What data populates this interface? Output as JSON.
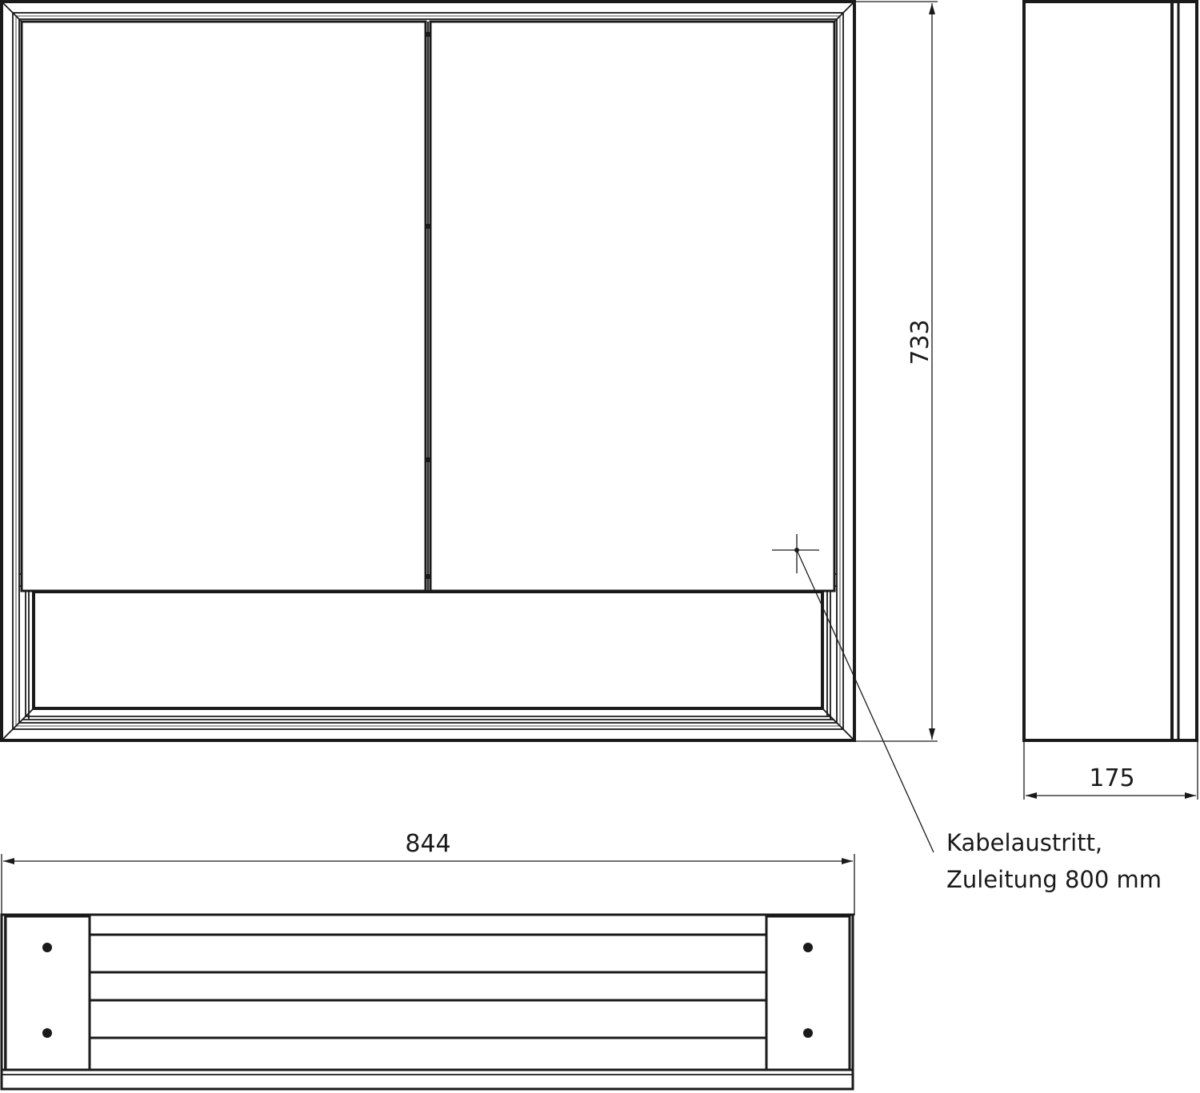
{
  "drawing": {
    "type": "technical-dimension-drawing",
    "subject": "mirror cabinet with two doors and open shelf",
    "units": "mm",
    "colors": {
      "line": "#1a1a1a",
      "background": "#ffffff"
    }
  },
  "views": {
    "front": {
      "label": "front-view",
      "doors": 2
    },
    "side": {
      "label": "side-view"
    },
    "top": {
      "label": "top-view",
      "mounting_holes": 4
    }
  },
  "dimensions": {
    "height": "733",
    "width": "844",
    "depth": "175"
  },
  "annotation": {
    "line1": "Kabelaustritt,",
    "line2": "Zuleitung 800 mm"
  }
}
